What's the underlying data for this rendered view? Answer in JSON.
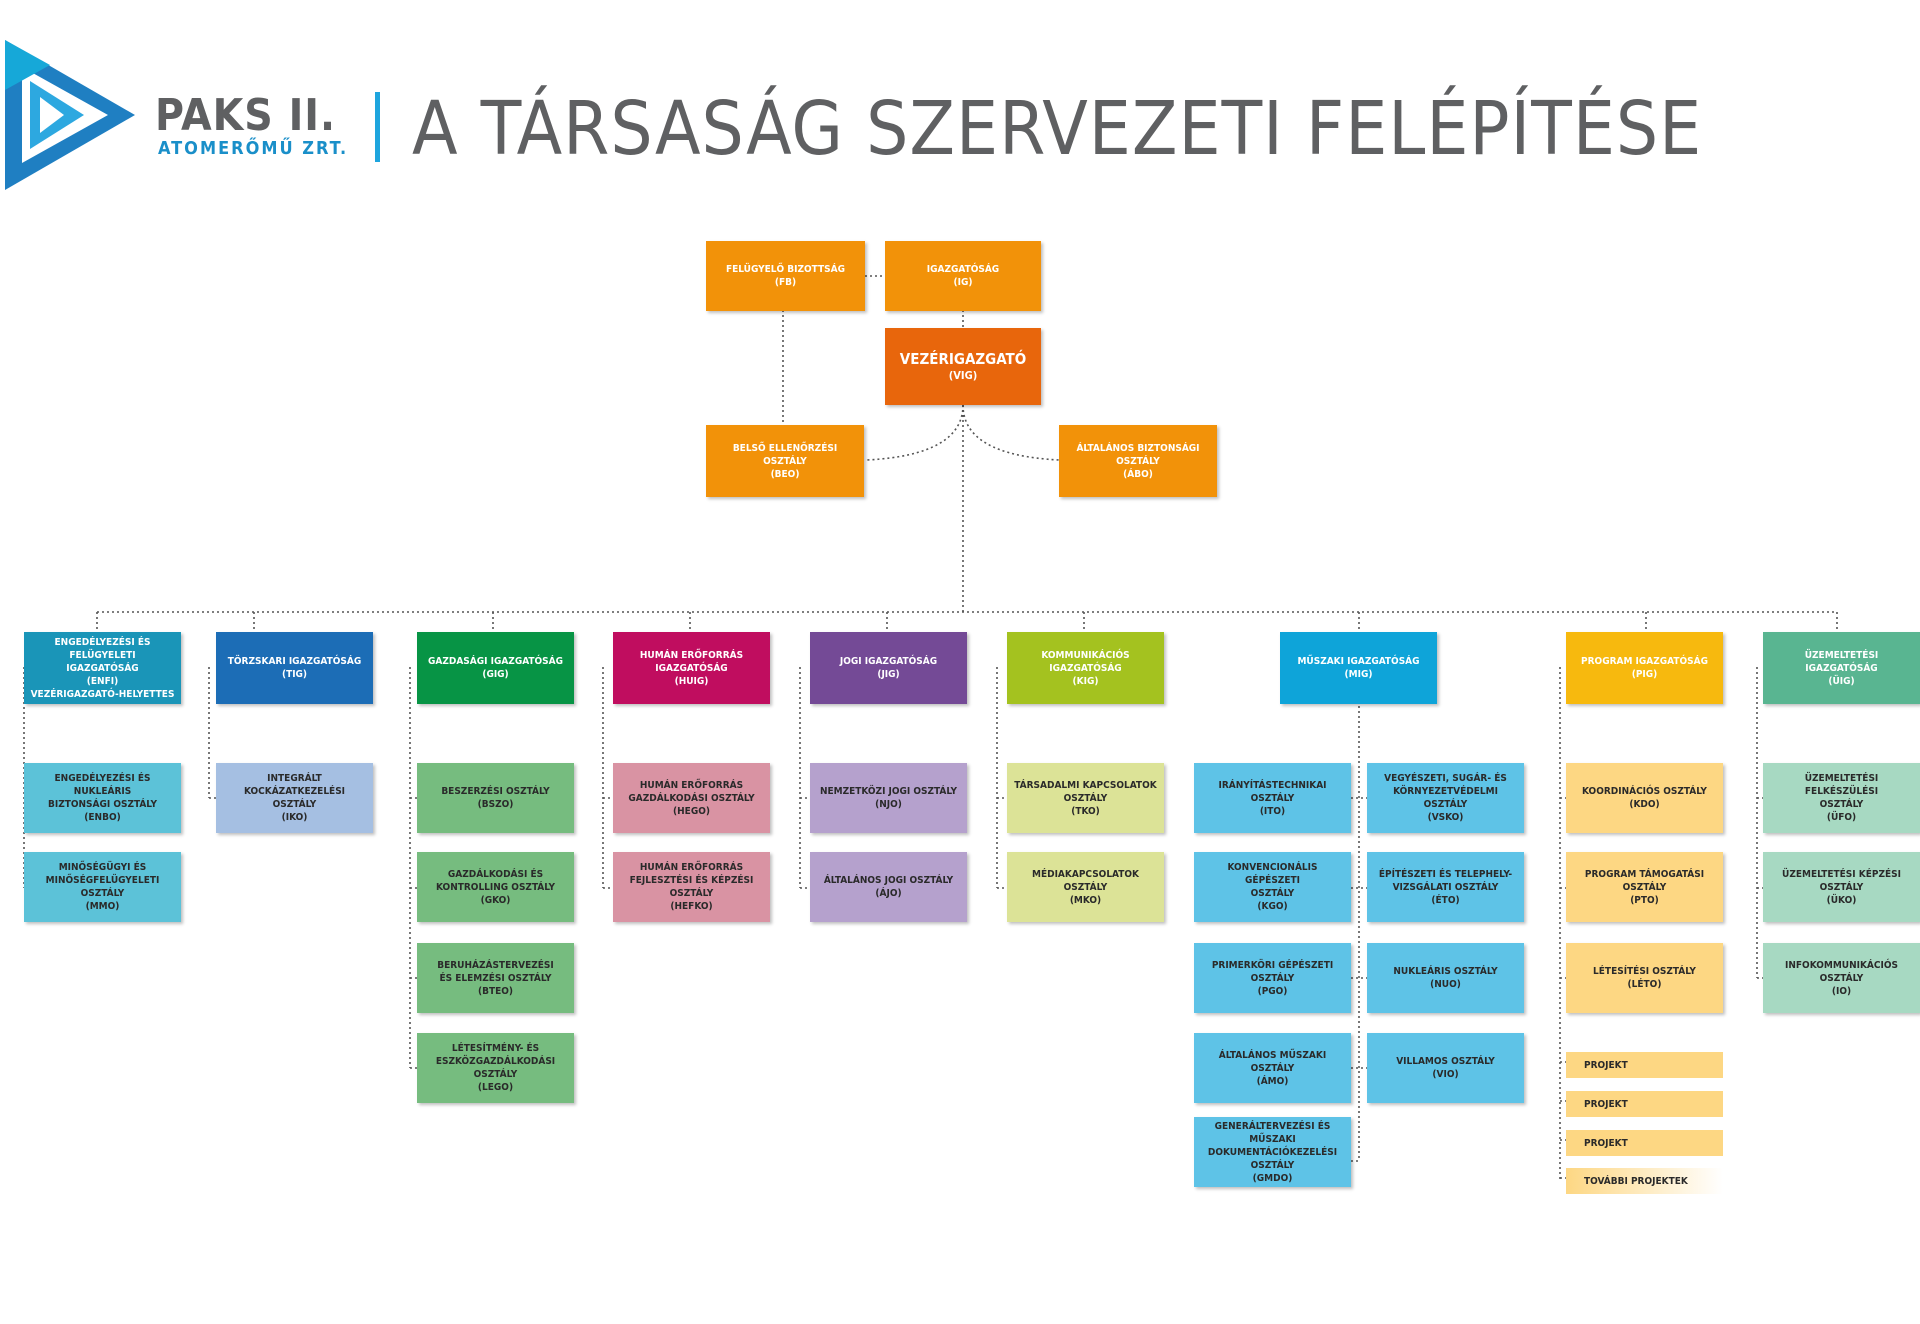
{
  "header": {
    "logo_name": "PAKS II.",
    "logo_sub": "ATOMERŐMŰ ZRT.",
    "title": "A TÁRSASÁG SZERVEZETI FELÉPÍTÉSE"
  },
  "colors": {
    "orange": "#f29209",
    "dark_orange": "#e8660c",
    "enfi": "#1a95b8",
    "enfi_light": "#5cc2d8",
    "tig": "#1c6db6",
    "tig_light": "#a5bfe2",
    "gig": "#079445",
    "gig_light": "#76bc7f",
    "huig": "#c00d5f",
    "huig_light": "#d993a3",
    "jig": "#744a96",
    "jig_light": "#b5a1cd",
    "kig": "#a4c21f",
    "kig_light": "#dce397",
    "mig": "#0ea4d9",
    "mig_light": "#5ec3e7",
    "pig": "#f7b90e",
    "pig_light": "#fdd783",
    "uig": "#59b591",
    "uig_light": "#a7d9c2"
  },
  "top": {
    "fb": {
      "name": "FELÜGYELŐ BIZOTTSÁG",
      "abbr": "(FB)"
    },
    "ig": {
      "name": "IGAZGATÓSÁG",
      "abbr": "(IG)"
    },
    "vig": {
      "name": "VEZÉRIGAZGATÓ",
      "abbr": "(VIG)"
    },
    "beo": {
      "name": "BELSŐ ELLENŐRZÉSI",
      "name2": "OSZTÁLY",
      "abbr": "(BEO)"
    },
    "abo": {
      "name": "ÁLTALÁNOS BIZTONSÁGI",
      "name2": "OSZTÁLY",
      "abbr": "(ÁBO)"
    }
  },
  "directorates": {
    "enfi": {
      "l1": "ENGEDÉLYEZÉSI ÉS FELÜGYELETI",
      "l2": "IGAZGATÓSÁG",
      "l3": "(ENFI)",
      "l4": "VEZÉRIGAZGATÓ-HELYETTES"
    },
    "tig": {
      "l1": "TÖRZSKARI IGAZGATÓSÁG",
      "l2": "(TIG)"
    },
    "gig": {
      "l1": "GAZDASÁGI IGAZGATÓSÁG",
      "l2": "(GIG)"
    },
    "huig": {
      "l1": "HUMÁN ERŐFORRÁS",
      "l2": "IGAZGATÓSÁG",
      "l3": "(HUIG)"
    },
    "jig": {
      "l1": "JOGI IGAZGATÓSÁG",
      "l2": "(JIG)"
    },
    "kig": {
      "l1": "KOMMUNIKÁCIÓS IGAZGATÓSÁG",
      "l2": "(KIG)"
    },
    "mig": {
      "l1": "MŰSZAKI IGAZGATÓSÁG",
      "l2": "(MIG)"
    },
    "pig": {
      "l1": "PROGRAM IGAZGATÓSÁG",
      "l2": "(PIG)"
    },
    "uig": {
      "l1": "ÜZEMELTETÉSI IGAZGATÓSÁG",
      "l2": "(ÜIG)"
    }
  },
  "departments": {
    "enbo": {
      "l1": "ENGEDÉLYEZÉSI ÉS NUKLEÁRIS",
      "l2": "BIZTONSÁGI OSZTÁLY",
      "l3": "(ENBO)"
    },
    "mmo": {
      "l1": "MINŐSÉGÜGYI ÉS",
      "l2": "MINŐSÉGFELÜGYELETI OSZTÁLY",
      "l3": "(MMO)"
    },
    "iko": {
      "l1": "INTEGRÁLT KOCKÁZATKEZELÉSI",
      "l2": "OSZTÁLY",
      "l3": "(IKO)"
    },
    "bszo": {
      "l1": "BESZERZÉSI OSZTÁLY",
      "l2": "(BSZO)"
    },
    "gko": {
      "l1": "GAZDÁLKODÁSI ÉS",
      "l2": "KONTROLLING OSZTÁLY",
      "l3": "(GKO)"
    },
    "bteo": {
      "l1": "BERUHÁZÁSTERVEZÉSI",
      "l2": "ÉS ELEMZÉSI OSZTÁLY",
      "l3": "(BTEO)"
    },
    "lego": {
      "l1": "LÉTESÍTMÉNY- ÉS",
      "l2": "ESZKÖZGAZDÁLKODÁSI OSZTÁLY",
      "l3": "(LEGO)"
    },
    "hego": {
      "l1": "HUMÁN ERŐFORRÁS",
      "l2": "GAZDÁLKODÁSI OSZTÁLY",
      "l3": "(HEGO)"
    },
    "hefko": {
      "l1": "HUMÁN ERŐFORRÁS",
      "l2": "FEJLESZTÉSI ÉS KÉPZÉSI OSZTÁLY",
      "l3": "(HEFKO)"
    },
    "njo": {
      "l1": "NEMZETKÖZI JOGI OSZTÁLY",
      "l2": "(NJO)"
    },
    "ajo": {
      "l1": "ÁLTALÁNOS JOGI OSZTÁLY",
      "l2": "(ÁJO)"
    },
    "tko": {
      "l1": "TÁRSADALMI KAPCSOLATOK",
      "l2": "OSZTÁLY",
      "l3": "(TKO)"
    },
    "mko": {
      "l1": "MÉDIAKAPCSOLATOK",
      "l2": "OSZTÁLY",
      "l3": "(MKO)"
    },
    "ito": {
      "l1": "IRÁNYÍTÁSTECHNIKAI OSZTÁLY",
      "l2": "(ITO)"
    },
    "kgo": {
      "l1": "KONVENCIONÁLIS GÉPÉSZETI",
      "l2": "OSZTÁLY",
      "l3": "(KGO)"
    },
    "pgo": {
      "l1": "PRIMERKÖRI GÉPÉSZETI OSZTÁLY",
      "l2": "(PGO)"
    },
    "amo": {
      "l1": "ÁLTALÁNOS MŰSZAKI OSZTÁLY",
      "l2": "(ÁMO)"
    },
    "gmdo": {
      "l1": "GENERÁLTERVEZÉSI ÉS MŰSZAKI",
      "l2": "DOKUMENTÁCIÓKEZELÉSI",
      "l3": "OSZTÁLY",
      "l4": "(GMDO)"
    },
    "vsko": {
      "l1": "VEGYÉSZETI, SUGÁR- ÉS",
      "l2": "KÖRNYEZETVÉDELMI OSZTÁLY",
      "l3": "(VSKO)"
    },
    "eto": {
      "l1": "ÉPÍTÉSZETI ÉS TELEPHELY-",
      "l2": "VIZSGÁLATI OSZTÁLY",
      "l3": "(ÉTO)"
    },
    "nuo": {
      "l1": "NUKLEÁRIS OSZTÁLY",
      "l2": "(NUO)"
    },
    "vio": {
      "l1": "VILLAMOS OSZTÁLY",
      "l2": "(VIO)"
    },
    "kdo": {
      "l1": "KOORDINÁCIÓS OSZTÁLY",
      "l2": "(KDO)"
    },
    "pto": {
      "l1": "PROGRAM TÁMOGATÁSI OSZTÁLY",
      "l2": "(PTO)"
    },
    "leto": {
      "l1": "LÉTESÍTÉSI OSZTÁLY",
      "l2": "(LÉTO)"
    },
    "ufo": {
      "l1": "ÜZEMELTETÉSI FELKÉSZÜLÉSI",
      "l2": "OSZTÁLY",
      "l3": "(ÜFO)"
    },
    "uko": {
      "l1": "ÜZEMELTETÉSI KÉPZÉSI OSZTÁLY",
      "l2": "(ÜKO)"
    },
    "io": {
      "l1": "INFOKOMMUNIKÁCIÓS OSZTÁLY",
      "l2": "(IO)"
    }
  },
  "projects": [
    "PROJEKT",
    "PROJEKT",
    "PROJEKT",
    "TOVÁBBI PROJEKTEK"
  ]
}
